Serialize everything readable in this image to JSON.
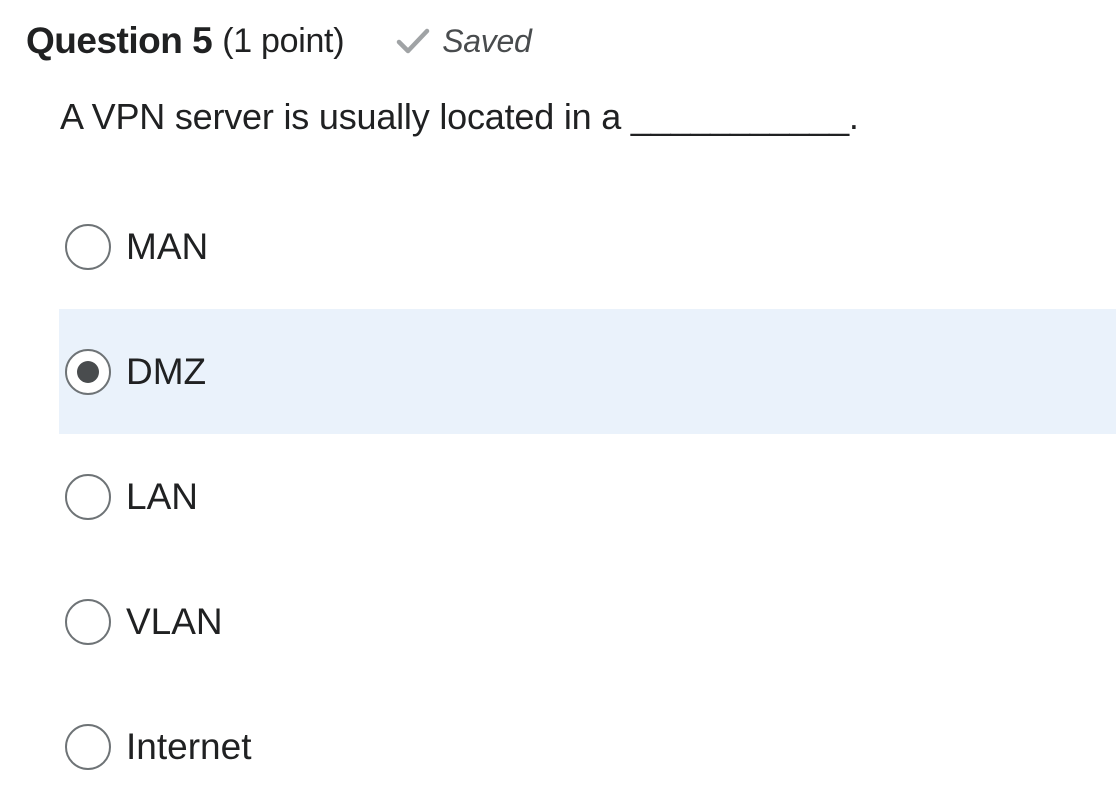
{
  "question": {
    "title": "Question 5",
    "points": "(1 point)",
    "status": {
      "icon": "check-icon",
      "label": "Saved",
      "color": "#a0a3a5"
    },
    "text": "A VPN server is usually located in a ___________."
  },
  "options": [
    {
      "label": "MAN",
      "selected": false
    },
    {
      "label": "DMZ",
      "selected": true
    },
    {
      "label": "LAN",
      "selected": false
    },
    {
      "label": "VLAN",
      "selected": false
    },
    {
      "label": "Internet",
      "selected": false
    }
  ],
  "colors": {
    "selected_background": "#eaf2fb",
    "radio_border": "#6e7376",
    "radio_dot": "#494c4e",
    "text": "#202122"
  }
}
